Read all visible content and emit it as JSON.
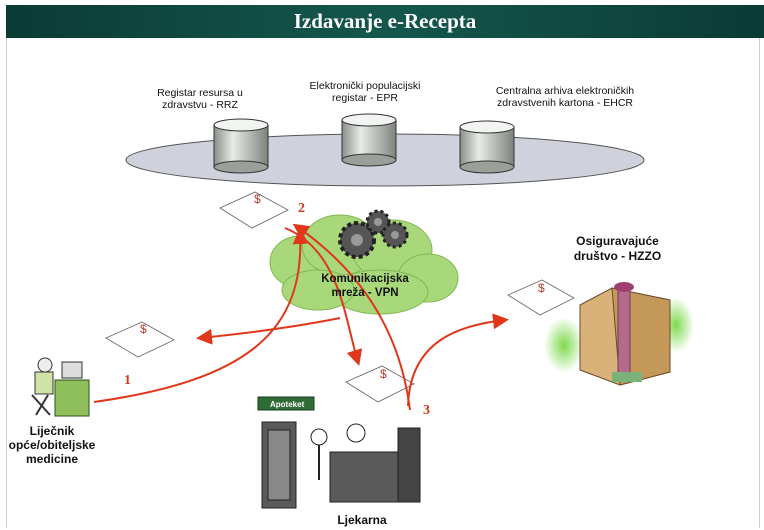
{
  "title": "Izdavanje e-Recepta",
  "registries": [
    {
      "line1": "Registar resursa u",
      "line2": "zdravstvu - RRZ"
    },
    {
      "line1": "Elektronički populacijski",
      "line2": "registar - EPR"
    },
    {
      "line1": "Centralna arhiva elektroničkih",
      "line2": "zdravstvenih kartona - EHCR"
    }
  ],
  "network": {
    "line1": "Komunikacijska",
    "line2": "mreža - VPN"
  },
  "insurer": {
    "line1": "Osiguravajuće",
    "line2": "društvo - HZZO"
  },
  "doctor": {
    "line1": "Liječnik",
    "line2": "opće/obiteljske",
    "line3": "medicine"
  },
  "pharmacy": {
    "label": "Ljekarna",
    "sign": "Apoteket"
  },
  "steps": [
    "1",
    "2",
    "3"
  ],
  "colors": {
    "title_bg": "#0f4a42",
    "arrow": "#e0361a",
    "platform": "#cfd1dc",
    "cloud": "#9fd66a"
  }
}
